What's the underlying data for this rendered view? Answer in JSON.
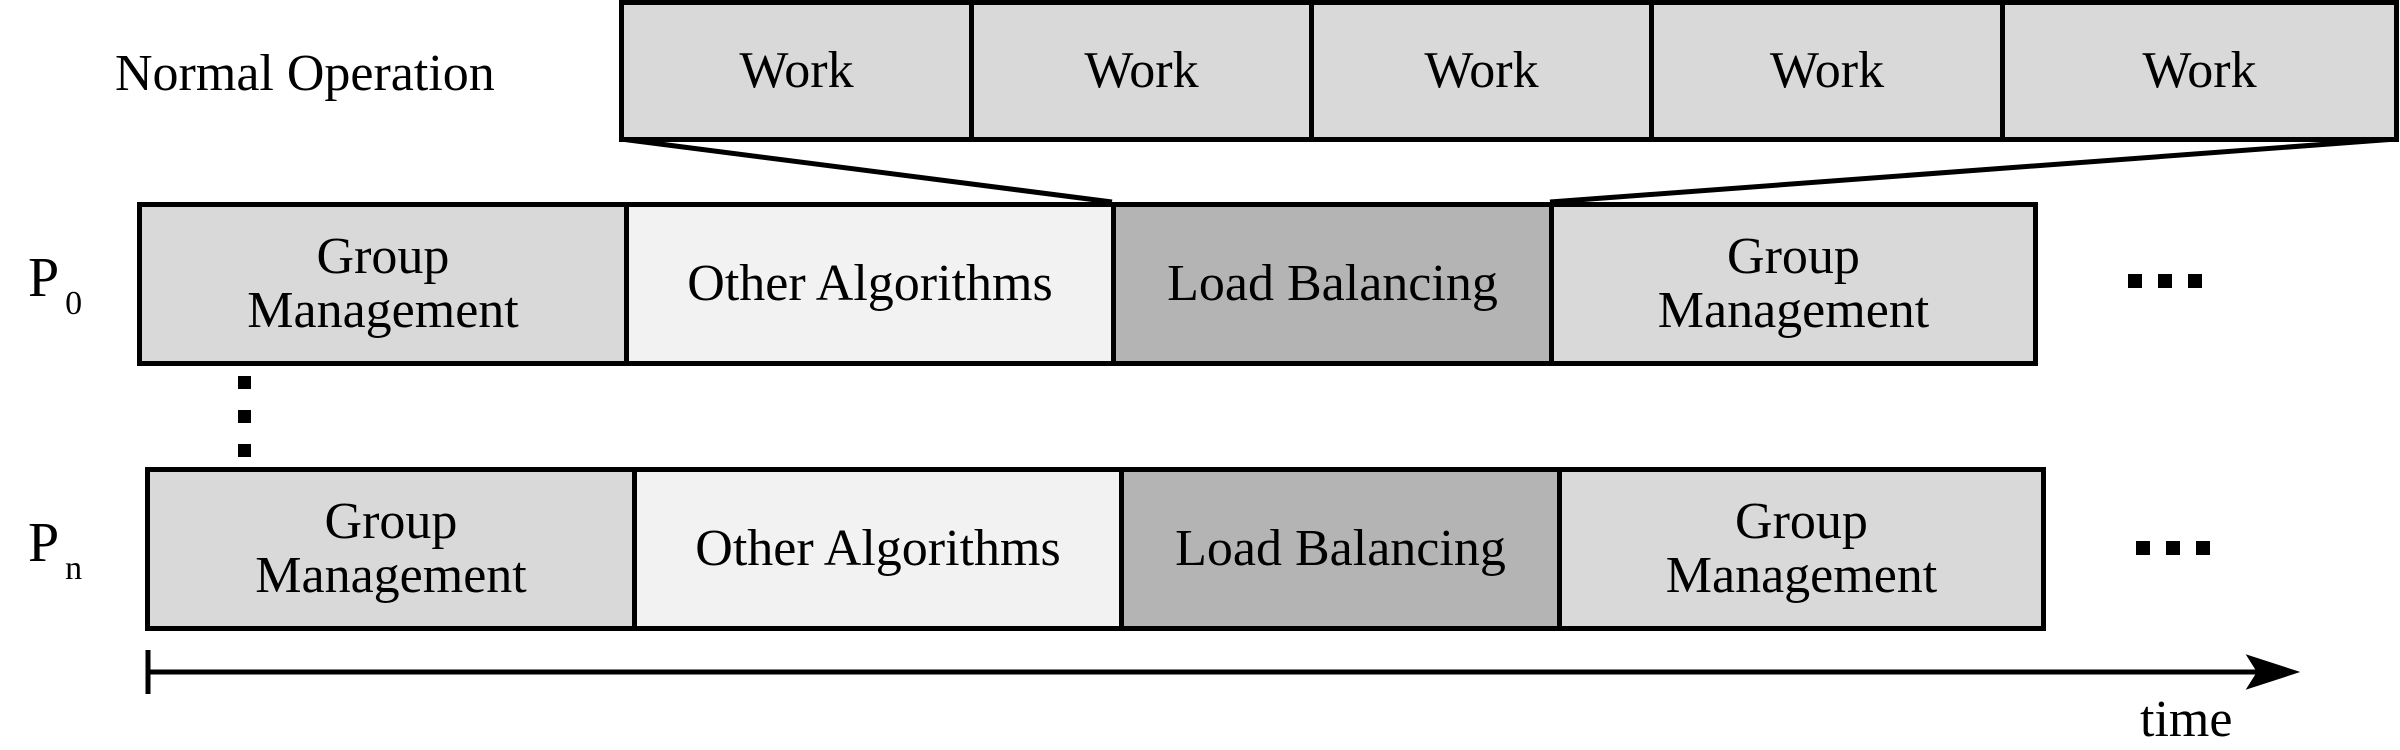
{
  "normal_operation": {
    "label": "Normal Operation",
    "work_blocks": [
      "Work",
      "Work",
      "Work",
      "Work",
      "Work"
    ]
  },
  "processes": [
    {
      "letter": "P",
      "subscript": "0",
      "blocks": [
        {
          "kind": "group-management",
          "label": "Group\nManagement"
        },
        {
          "kind": "other-algorithms",
          "label": "Other Algorithms"
        },
        {
          "kind": "load-balancing",
          "label": "Load Balancing"
        },
        {
          "kind": "group-management",
          "label": "Group\nManagement"
        }
      ]
    },
    {
      "letter": "P",
      "subscript": "n",
      "blocks": [
        {
          "kind": "group-management",
          "label": "Group\nManagement"
        },
        {
          "kind": "other-algorithms",
          "label": "Other Algorithms"
        },
        {
          "kind": "load-balancing",
          "label": "Load Balancing"
        },
        {
          "kind": "group-management",
          "label": "Group\nManagement"
        }
      ]
    }
  ],
  "time_axis": {
    "label": "time"
  },
  "colors": {
    "work": "#d9d9d9",
    "group_management": "#d9d9d9",
    "other_algorithms": "#f2f2f2",
    "load_balancing": "#b4b4b4",
    "stroke": "#000000"
  }
}
